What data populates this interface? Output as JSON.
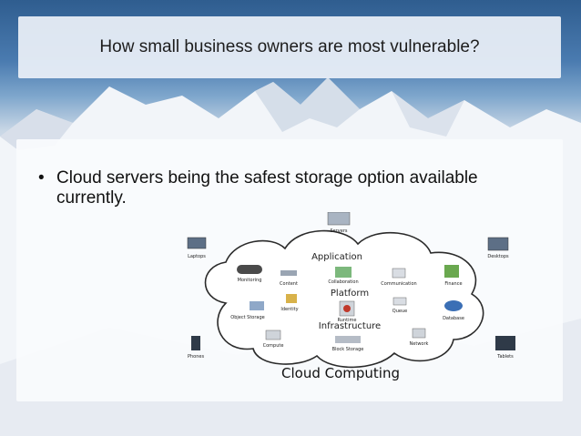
{
  "slide": {
    "title": "How small business owners are most vulnerable?",
    "bullets": [
      {
        "text": "Cloud servers being the safest storage option available currently."
      }
    ]
  },
  "diagram": {
    "title": "Cloud Computing",
    "layers": {
      "application": "Application",
      "platform": "Platform",
      "infrastructure": "Infrastructure"
    },
    "devices": {
      "servers": "Servers",
      "laptops": "Laptops",
      "desktops": "Desktops",
      "phones": "Phones",
      "tablets": "Tablets"
    },
    "items": {
      "monitoring": "Monitoring",
      "content": "Content",
      "collaboration": "Collaboration",
      "communication": "Communication",
      "finance": "Finance",
      "identity": "Identity",
      "queue": "Queue",
      "object_storage": "Object Storage",
      "runtime": "Runtime",
      "database": "Database",
      "compute": "Compute",
      "block_storage": "Block Storage",
      "network": "Network"
    }
  },
  "colors": {
    "title_box": "#ebf0f8",
    "content_box": "#fafbfd",
    "text": "#111111",
    "diagram_text": "#222222"
  }
}
